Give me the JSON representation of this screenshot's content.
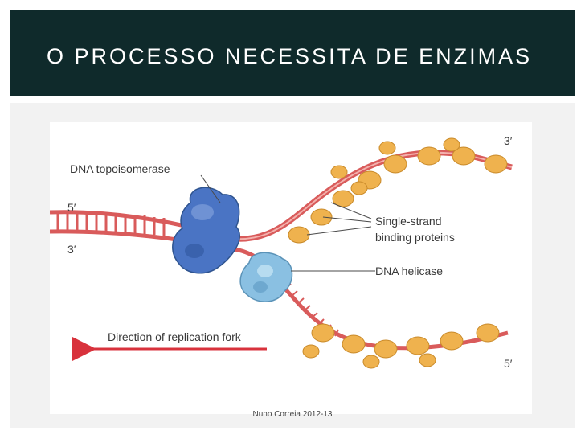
{
  "slide": {
    "title": "O PROCESSO NECESSITA DE ENZIMAS",
    "footer": "Nuno Correia 2012-13"
  },
  "diagram": {
    "labels": {
      "topoisomerase": "DNA topoisomerase",
      "ssb_line1": "Single-strand",
      "ssb_line2": "binding proteins",
      "helicase": "DNA helicase",
      "direction": "Direction of replication fork",
      "end_left_top": "5′",
      "end_left_bottom": "3′",
      "end_right_top": "3′",
      "end_right_bottom": "5′"
    },
    "colors": {
      "header_bg": "#0f2a2b",
      "strand": "#d95b5b",
      "strand_light": "#f3b1ad",
      "ssb_protein": "#efb24e",
      "topoisomerase": "#4a74c4",
      "helicase": "#8ac0e2",
      "arrow": "#d8323c"
    }
  }
}
